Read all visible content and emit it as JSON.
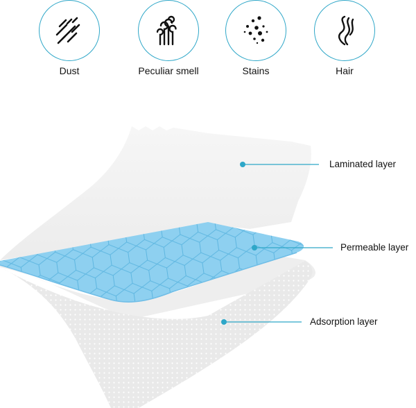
{
  "icons": [
    {
      "name": "dust-icon",
      "label": "Dust"
    },
    {
      "name": "smell-icon",
      "label": "Peculiar smell"
    },
    {
      "name": "stains-icon",
      "label": "Stains"
    },
    {
      "name": "hair-icon",
      "label": "Hair"
    }
  ],
  "layers": {
    "laminated": "Laminated layer",
    "permeable": "Permeable layer",
    "adsorption": "Adsorption layer"
  },
  "colors": {
    "accent": "#2fa7c8",
    "permeable_fill": "#8ed0f0",
    "hex_stroke": "#5eb6e0",
    "layer_gray": "#efefef"
  }
}
